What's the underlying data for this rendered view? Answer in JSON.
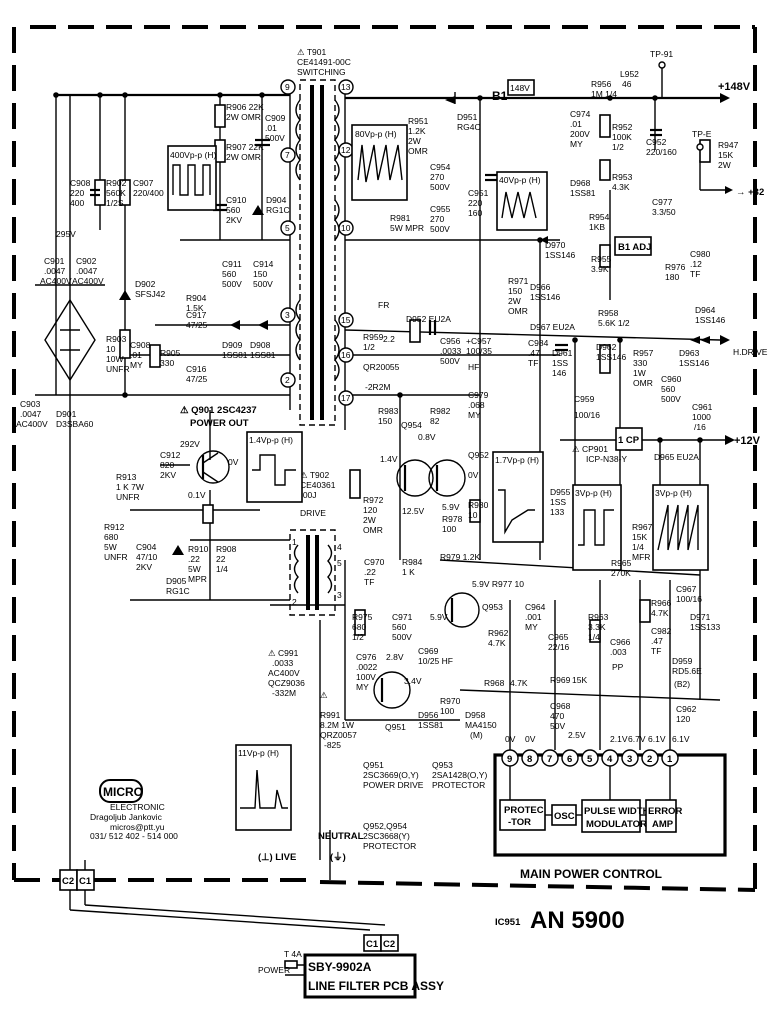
{
  "rails": {
    "v148": "+148V",
    "v32": "→ +32",
    "v12": "+12V",
    "hdrive": "H.DRIVE",
    "b1": "B1",
    "b1_volt": "148V",
    "tp91": "TP-91",
    "tpe": "TP-E"
  },
  "transformers": {
    "t901": [
      "⚠ T901",
      "CE41491-00C",
      "SWITCHING"
    ],
    "t902": [
      "⚠ T902",
      "CE40361",
      "-00J",
      "DRIVE"
    ]
  },
  "pins": {
    "t901_primary": [
      "9",
      "7",
      "5",
      "3",
      "2"
    ],
    "t901_secondary": [
      "13",
      "12",
      "10",
      "15",
      "16",
      "17"
    ],
    "t902": [
      "1",
      "2",
      "3",
      "4",
      "5"
    ],
    "ic": [
      "9",
      "8",
      "7",
      "6",
      "5",
      "4",
      "3",
      "2",
      "1"
    ]
  },
  "waveforms": {
    "w400": "400Vp-p (H)",
    "w80": "80Vp-p (H)",
    "w40": "40Vp-p (H)",
    "w1_4": "1.4Vp-p (H)",
    "w1_7": "1.7Vp-p (H)",
    "w3a": "3Vp-p (H)",
    "w3b": "3Vp-p (H)",
    "w11": "11Vp-p (H)"
  },
  "components": {
    "c908": [
      "C908",
      "220",
      "400"
    ],
    "r902": [
      "R902",
      "560K",
      "1/2S"
    ],
    "c907": [
      "C907",
      "220/400"
    ],
    "r906": [
      "R906 22K",
      "2W OMR"
    ],
    "r907": [
      "R907 22K",
      "2W OMR"
    ],
    "c909": [
      "C909",
      ".01",
      "500V"
    ],
    "c910": [
      "C910",
      "560",
      "2KV"
    ],
    "d904": [
      "D904",
      "RG1C"
    ],
    "c901": [
      "C901",
      ".0047",
      "AC400V"
    ],
    "c902": [
      "C902",
      ".0047",
      "AC400V"
    ],
    "d902": [
      "D902",
      "SFSJ42"
    ],
    "c911": [
      "C911",
      "560",
      "500V"
    ],
    "c914": [
      "C914",
      "150",
      "500V"
    ],
    "r904": [
      "R904",
      "1.5K"
    ],
    "r903": [
      "R903",
      "10",
      "10W",
      "UNFR"
    ],
    "c908b": [
      "C908",
      ".01",
      "MY"
    ],
    "r905": [
      "R905",
      "330"
    ],
    "c917": [
      "C917",
      "47/25"
    ],
    "c916": [
      "C916",
      "47/25"
    ],
    "d909": [
      "D909",
      "1SS81"
    ],
    "d908": [
      "D908",
      "1SS81"
    ],
    "c903": [
      "C903",
      ".0047",
      "AC400V"
    ],
    "d901": [
      "D901",
      "D3SBA60"
    ],
    "q901": [
      "⚠ Q901  2SC4237",
      "POWER OUT"
    ],
    "v292": "292V",
    "v0": "0V",
    "v01": "0.1V",
    "c912": [
      "C912",
      "820",
      "2KV"
    ],
    "r913": [
      "R913",
      "1 K  7W",
      "UNFR"
    ],
    "r912": [
      "R912",
      "680",
      "5W",
      "UNFR"
    ],
    "c904": [
      "C904",
      "47/10",
      "2KV"
    ],
    "d905": [
      "D905",
      "RG1C"
    ],
    "r910": [
      "R910",
      ".22",
      "5W",
      "MPR"
    ],
    "r908": [
      "R908",
      "22",
      "1/4"
    ],
    "d951": [
      "D951",
      "RG4C"
    ],
    "r951": [
      "R951",
      "1.2K",
      "2W",
      "OMR"
    ],
    "c954": [
      "C954",
      "270",
      "500V"
    ],
    "c955": [
      "C955",
      "270",
      "500V"
    ],
    "c951": [
      "C951",
      "220",
      "160"
    ],
    "r981": [
      "R981",
      "5W  MPR"
    ],
    "r956": [
      "R956",
      "1M  1/4"
    ],
    "l952": [
      "L952",
      "46"
    ],
    "c974": [
      "C974",
      ".01",
      "200V",
      "MY"
    ],
    "r952": [
      "R952",
      "100K",
      "1/2"
    ],
    "c952": [
      "C952",
      "220/160"
    ],
    "r953": [
      "R953",
      "4.3K"
    ],
    "d968": [
      "D968",
      "1SS81"
    ],
    "r947": [
      "R947",
      "15K",
      "2W"
    ],
    "c977": [
      "C977",
      "3.3/50"
    ],
    "r954": [
      "R954",
      "1KB"
    ],
    "b1adj": "B1 ADJ",
    "r955": [
      "R955",
      "3.9K"
    ],
    "r976": [
      "R976",
      "180"
    ],
    "c980": [
      "C980",
      ".12",
      "TF"
    ],
    "d970": [
      "D970",
      "1SS146"
    ],
    "r971": [
      "R971",
      "150",
      "2W",
      "OMR"
    ],
    "d966": [
      "D966",
      "1SS146"
    ],
    "d967": "D967 EU2A",
    "fr": "FR",
    "r959": [
      "R959",
      "1/2",
      "2.2"
    ],
    "d952": "D952  EU2A",
    "qr": [
      "QR20055",
      "-2R2M"
    ],
    "c956": [
      "C956",
      ".0033",
      "500V"
    ],
    "c957": [
      "+C957",
      "100/35",
      "HF"
    ],
    "c984": [
      "C984",
      ".47",
      "TF"
    ],
    "d961": [
      "D961",
      "1SS",
      "146"
    ],
    "d962": [
      "D962",
      "1SS146"
    ],
    "r957": [
      "R957",
      "330",
      "1W",
      "OMR"
    ],
    "r958": [
      "R958",
      "5.6K  1/2"
    ],
    "d964": [
      "D964",
      "1SS146"
    ],
    "d963": [
      "D963",
      "1SS146"
    ],
    "c959": [
      "C959",
      "100/16"
    ],
    "c960": [
      "C960",
      "560",
      "500V"
    ],
    "c961": [
      "C961",
      "1000",
      "/16"
    ],
    "cp901": [
      "⚠ CP901",
      "ICP-N38-Y"
    ],
    "cp_box": "1 CP",
    "d965": "D965  EU2A",
    "r983": [
      "R983",
      "150"
    ],
    "r982": [
      "R982",
      "82"
    ],
    "c979": [
      "C979",
      ".068",
      "MY"
    ],
    "q954": "Q954",
    "v08": "0.8V",
    "v14": "1.4V",
    "q952": "Q952",
    "v0b": "0V",
    "v59": "5.9V",
    "v125": "12.5V",
    "r978": [
      "R978",
      "100"
    ],
    "r980": [
      "R980",
      "10"
    ],
    "d955": [
      "D955",
      "1SS",
      "133"
    ],
    "r967": [
      "R967",
      "15K",
      "1/4",
      "MFR"
    ],
    "r972": [
      "R972",
      "120",
      "2W",
      "OMR"
    ],
    "r979": "R979  1.2K",
    "r984": [
      "R984",
      "1 K"
    ],
    "v59b": "5.9V  R977 10",
    "c970": [
      "C970",
      ".22",
      "TF"
    ],
    "r965": [
      "R965",
      "270K"
    ],
    "c967": [
      "C967",
      "100/16"
    ],
    "r966": [
      "R966",
      "4.7K"
    ],
    "d971": [
      "D971",
      "1SS133"
    ],
    "q953": "Q953",
    "v59c": "5.9V",
    "r962": [
      "R962",
      "4.7K"
    ],
    "c964": [
      "C964",
      ".001",
      "MY"
    ],
    "c965": [
      "C965",
      "22/16"
    ],
    "r963": [
      "R963",
      "3.3K",
      "1/4"
    ],
    "c966": [
      "C966",
      ".003",
      "PP"
    ],
    "c982": [
      "C982",
      ".47",
      "TF"
    ],
    "d959": [
      "D959",
      "RD5.6E",
      "(B2)"
    ],
    "c962": [
      "C962",
      "120"
    ],
    "r975": [
      "R975",
      "680",
      "1/2"
    ],
    "c971": [
      "C971",
      "560",
      "500V"
    ],
    "c976": [
      "C976",
      ".0022",
      "100V",
      "MY"
    ],
    "c991": [
      "⚠ C991",
      ".0033",
      "AC400V",
      "QCZ9036",
      "-332M"
    ],
    "r991": [
      "⚠",
      "R991",
      "8.2M 1W",
      "QRZ0057",
      "-825"
    ],
    "c969": [
      "C969",
      "10/25 HF"
    ],
    "v28": "2.8V",
    "v34": "3.4V",
    "r968": "R968",
    "r968v": "4.7K",
    "r969": "R969",
    "r969v": "15K",
    "c968": [
      "C968",
      "470",
      "50V"
    ],
    "r970": [
      "R970",
      "100"
    ],
    "d956": [
      "D956",
      "1SS81"
    ],
    "d958": [
      "D958",
      "MA4150",
      "(M)"
    ],
    "q951": "Q951",
    "q951_desc": [
      "Q951",
      "2SC3669(O,Y)",
      "POWER DRIVE"
    ],
    "q953_desc": [
      "Q953",
      "2SA1428(O,Y)",
      "PROTECTOR"
    ],
    "q952_desc": [
      "Q952,Q954",
      "2SC3668(Y)",
      "PROTECTOR"
    ]
  },
  "ic_pin_volts": [
    "0V",
    "0V",
    "2.5V",
    "2.1V",
    "6.7V",
    "6.1V",
    "6.1V"
  ],
  "ic": {
    "title": "MAIN POWER CONTROL",
    "ref": "IC951",
    "part": "AN 5900",
    "blocks": [
      "PROTEC-TOR",
      "OSC",
      "PULSE WIDTH MODULATOR",
      "ERROR AMP"
    ],
    "blocks_split": [
      [
        "PROTEC",
        "-TOR"
      ],
      [
        "OSC"
      ],
      [
        "PULSE WIDTH",
        "MODULATOR"
      ],
      [
        "ERROR",
        "AMP"
      ]
    ]
  },
  "misc": {
    "neutral": "NEUTRAL",
    "live": "(⊥) LIVE",
    "neutral_sym": "(⏚)",
    "c2": "C2",
    "c1": "C1",
    "lf_c1": "C1",
    "lf_c2": "C2",
    "t4a": "T 4A",
    "power": "POWER",
    "lf_part": "SBY-9902A",
    "lf_name": "LINE FILTER PCB ASSY",
    "logo_main": "MICRO",
    "logo_sub": "ELECTRONIC",
    "author": "Dragoljub Jankovic",
    "email": "micros@ptt.yu",
    "phone": "031/ 512 402 - 514 000",
    "v295": "295V"
  }
}
